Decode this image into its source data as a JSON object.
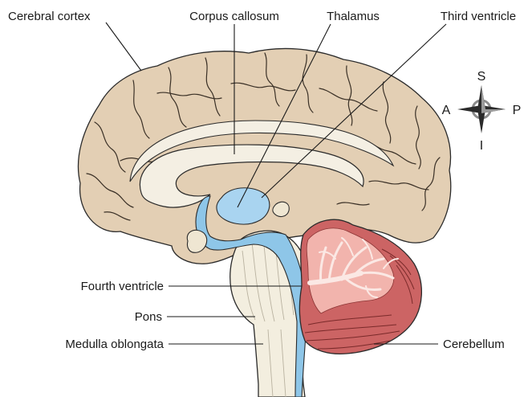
{
  "labels": {
    "cerebral_cortex": "Cerebral cortex",
    "corpus_callosum": "Corpus callosum",
    "thalamus": "Thalamus",
    "third_ventricle": "Third ventricle",
    "fourth_ventricle": "Fourth ventricle",
    "pons": "Pons",
    "medulla_oblongata": "Medulla oblongata",
    "cerebellum": "Cerebellum"
  },
  "compass": {
    "superior": "S",
    "inferior": "I",
    "anterior": "A",
    "posterior": "P"
  },
  "colors": {
    "cortex": "#e3cfb4",
    "white_matter": "#f4efe3",
    "ventricle": "#8ec6e8",
    "thalamus": "#a9d4f0",
    "brainstem": "#f3eedf",
    "cerebellum_dark": "#cc6464",
    "cerebellum_light": "#f2b4ad",
    "arbor_vitae": "#fbe8e4"
  }
}
